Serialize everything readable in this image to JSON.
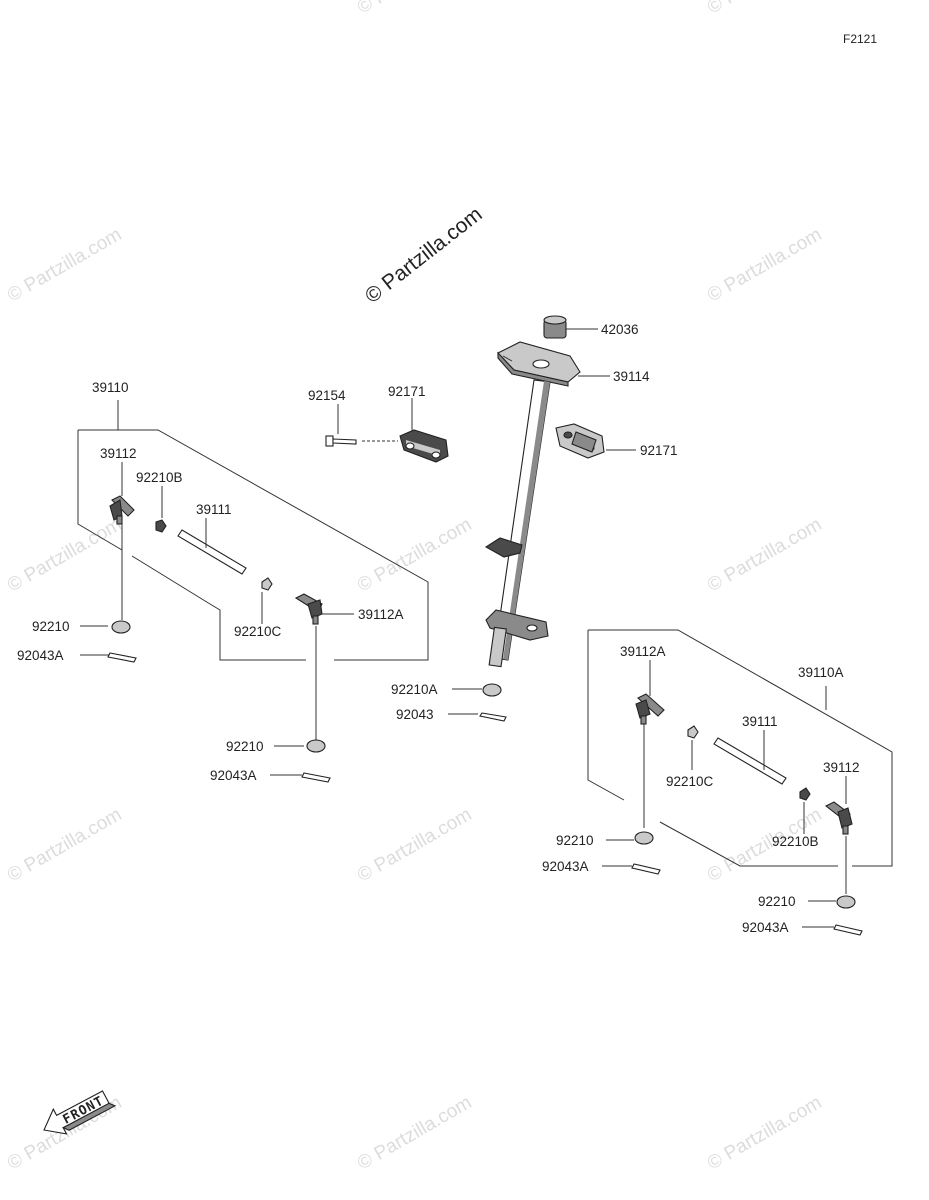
{
  "diagram_code": "F2121",
  "watermark_main": "© Partzilla.com",
  "watermark_faint": "© Partzilla.com",
  "front_label": "FRONT",
  "parts": {
    "p42036": "42036",
    "p39114": "39114",
    "p92171_a": "92171",
    "p92171_b": "92171",
    "p92154": "92154",
    "p39110": "39110",
    "p39112_l": "39112",
    "p92210B_l": "92210B",
    "p39111_l": "39111",
    "p92210C_l": "92210C",
    "p39112A_l": "39112A",
    "p92210_l1": "92210",
    "p92043A_l1": "92043A",
    "p92210_l2": "92210",
    "p92043A_l2": "92043A",
    "p92210A": "92210A",
    "p92043": "92043",
    "p39110A": "39110A",
    "p39112A_r": "39112A",
    "p39111_r": "39111",
    "p39112_r": "39112",
    "p92210C_r": "92210C",
    "p92210B_r": "92210B",
    "p92210_r1": "92210",
    "p92043A_r1": "92043A",
    "p92210_r2": "92210",
    "p92043A_r2": "92043A"
  }
}
